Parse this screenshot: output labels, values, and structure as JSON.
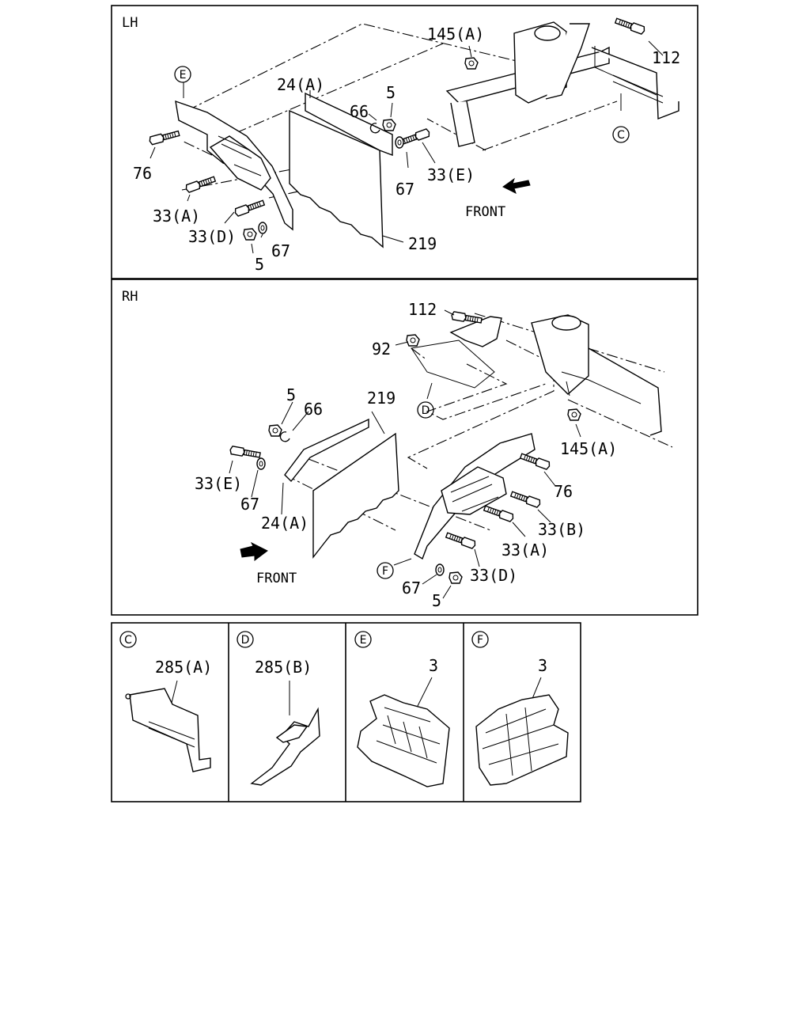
{
  "lh_panel": {
    "tag": "LH",
    "callouts": {
      "c145a": "145(A)",
      "c112": "112",
      "cE": "E",
      "cC": "C",
      "c24a": "24(A)",
      "c66": "66",
      "c5top": "5",
      "c76": "76",
      "c33e": "33(E)",
      "c67a": "67",
      "c33a": "33(A)",
      "c33d": "33(D)",
      "c67b": "67",
      "c5bot": "5",
      "c219": "219"
    },
    "front": "FRONT"
  },
  "rh_panel": {
    "tag": "RH",
    "callouts": {
      "c112": "112",
      "c92": "92",
      "cD": "D",
      "c5": "5",
      "c66": "66",
      "c219": "219",
      "c145a": "145(A)",
      "c33e": "33(E)",
      "c76": "76",
      "c67a": "67",
      "c24a": "24(A)",
      "c33b": "33(B)",
      "c33a": "33(A)",
      "cF": "F",
      "c33d": "33(D)",
      "c67b": "67",
      "c5b": "5"
    },
    "front": "FRONT"
  },
  "details": [
    {
      "tag": "C",
      "part": "285(A)"
    },
    {
      "tag": "D",
      "part": "285(B)"
    },
    {
      "tag": "E",
      "part": "3"
    },
    {
      "tag": "F",
      "part": "3"
    }
  ],
  "icons": [
    "bolt-icon",
    "nut-icon",
    "washer-icon",
    "front-arrow-icon"
  ]
}
